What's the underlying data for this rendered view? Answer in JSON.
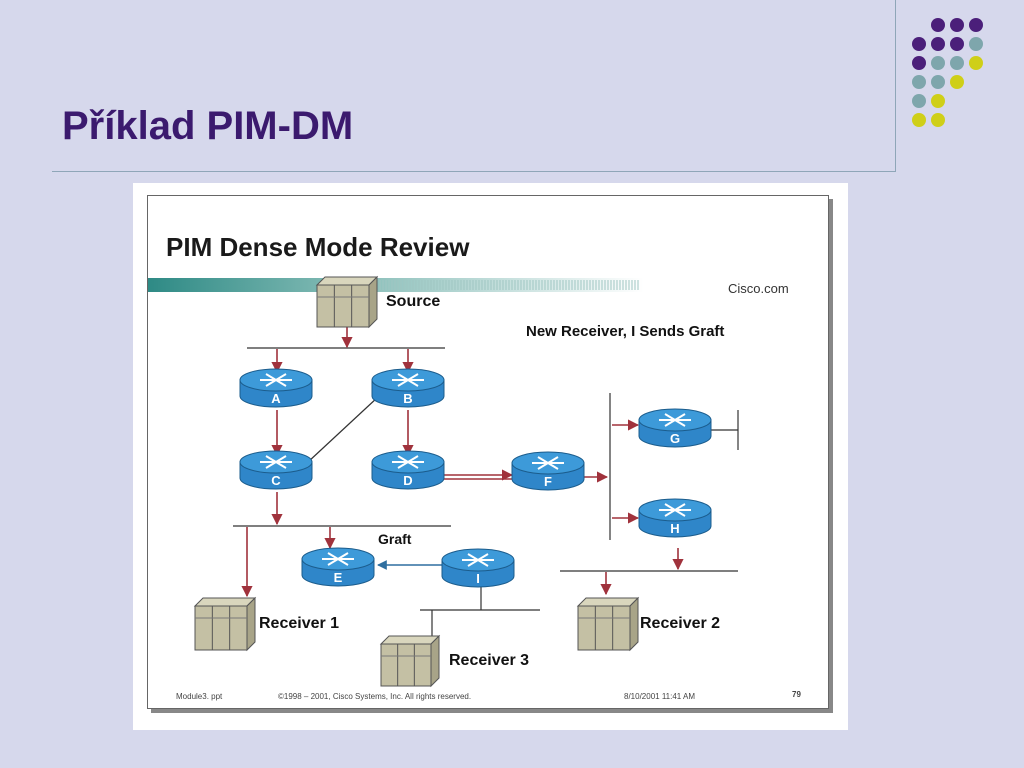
{
  "slide": {
    "title": "Příklad PIM-DM"
  },
  "decoration": {
    "dot_colors": {
      "purple": "#4b1f7a",
      "teal": "#7ea6ac",
      "yellow": "#cfcf18"
    }
  },
  "figure": {
    "title": "PIM Dense Mode Review",
    "brand": "Cisco.com",
    "caption": "New Receiver, I Sends Graft",
    "source_label": "Source",
    "graft_label": "Graft",
    "routers": [
      "A",
      "B",
      "C",
      "D",
      "E",
      "F",
      "G",
      "H",
      "I"
    ],
    "receivers": [
      "Receiver 1",
      "Receiver 2",
      "Receiver 3"
    ],
    "footer": {
      "module": "Module3. ppt",
      "copyright": "©1998 – 2001, Cisco Systems, Inc. All rights reserved.",
      "date": "8/10/2001 11:41 AM",
      "page": "79"
    },
    "colors": {
      "router": "#2f86c9",
      "router_top": "#3d9ad9",
      "arrow": "#a0323c",
      "server": "#c4c0a4"
    }
  }
}
